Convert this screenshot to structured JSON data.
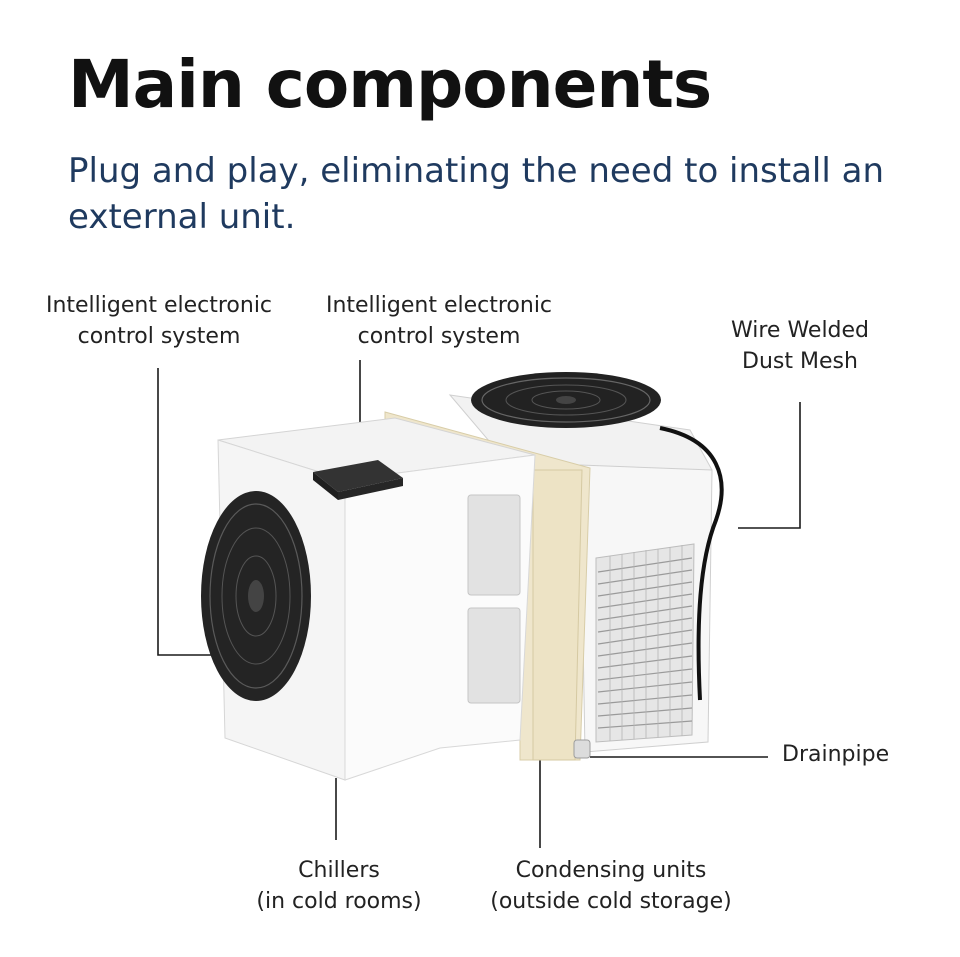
{
  "title": "Main components",
  "subtitle": "Plug and play, eliminating the need to install an external unit.",
  "labels": {
    "control_system_left": [
      "Intelligent electronic",
      "control system"
    ],
    "control_system_right": [
      "Intelligent electronic",
      "control system"
    ],
    "dust_mesh": [
      "Wire Welded",
      "Dust Mesh"
    ],
    "drainpipe": [
      "Drainpipe"
    ],
    "chillers": [
      "Chillers",
      "(in cold rooms)"
    ],
    "condensing_units": [
      "Condensing units",
      "(outside cold storage)"
    ]
  },
  "colors": {
    "title": "#111111",
    "subtitle": "#1f3a5f",
    "label": "#222222",
    "leader_line": "#1a1a1a"
  }
}
